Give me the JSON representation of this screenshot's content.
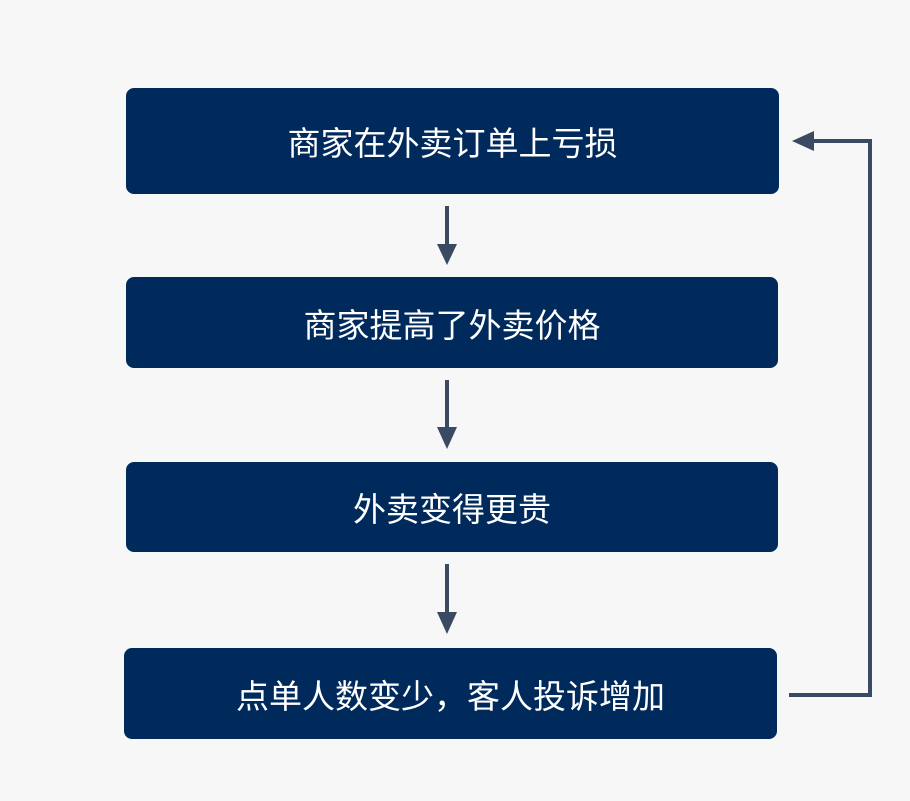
{
  "flow": {
    "steps": [
      {
        "label": "商家在外卖订单上亏损"
      },
      {
        "label": "商家提高了外卖价格"
      },
      {
        "label": "外卖变得更贵"
      },
      {
        "label": "点单人数变少，客人投诉增加"
      }
    ]
  },
  "colors": {
    "box_fill": "#002a5c",
    "box_text": "#ffffff",
    "arrow": "#3a4a63",
    "background": "#f7f7f8"
  }
}
